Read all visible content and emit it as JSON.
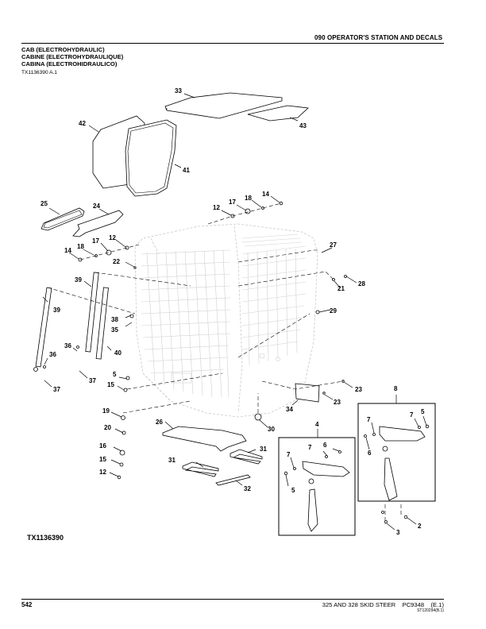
{
  "header": {
    "section": "090 OPERATOR'S STATION AND DECALS"
  },
  "title": {
    "en": "CAB (ELECTROHYDRAULIC)",
    "fr": "CABINE (ELECTROHYDRAULIQUE)",
    "es": "CABINA (ELECTROHIDRAULICO)"
  },
  "figure_ref": "TX1136390 A.1",
  "figure_id": "TX1136390",
  "footer": {
    "page_number": "542",
    "manual": "325 AND 328 SKID STEER",
    "catalog": "PC9348",
    "edition": "(E.1)",
    "code": "ST120294(B.1)"
  },
  "callouts": {
    "c33": "33",
    "c43": "43",
    "c42": "42",
    "c41": "41",
    "c25": "25",
    "c24": "24",
    "c12a": "12",
    "c17a": "17",
    "c18a": "18",
    "c14a": "14",
    "c12b": "12",
    "c17b": "17",
    "c18b": "18",
    "c14b": "14",
    "c22": "22",
    "c27": "27",
    "c28": "28",
    "c21": "21",
    "c29": "29",
    "c39a": "39",
    "c39b": "39",
    "c38": "38",
    "c35": "35",
    "c40": "40",
    "c36a": "36",
    "c36b": "36",
    "c37a": "37",
    "c37b": "37",
    "c5a": "5",
    "c15a": "15",
    "c23a": "23",
    "c23b": "23",
    "c34": "34",
    "c30": "30",
    "c19": "19",
    "c20": "20",
    "c16": "16",
    "c15b": "15",
    "c12c": "12",
    "c26": "26",
    "c31a": "31",
    "c31b": "31",
    "c32": "32",
    "c4": "4",
    "c7a": "7",
    "c6a": "6",
    "c7b": "7",
    "c5b": "5",
    "c8": "8",
    "c7c": "7",
    "c7d": "7",
    "c5c": "5",
    "c6b": "6",
    "c2": "2",
    "c3": "3"
  }
}
